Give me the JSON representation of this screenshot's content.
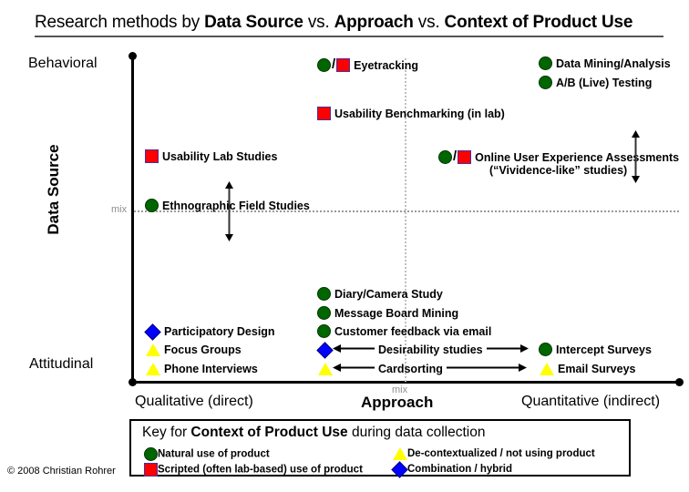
{
  "title": {
    "p1": "Research methods by ",
    "b1": "Data Source",
    "p2": " vs. ",
    "b2": "Approach",
    "p3": " vs. ",
    "b3": "Context of Product Use"
  },
  "axes": {
    "y_top": "Behavioral",
    "y_bottom": "Attitudinal",
    "y_title": "Data Source",
    "x_left": "Qualitative (direct)",
    "x_center": "Approach",
    "x_right": "Quantitative (indirect)",
    "mix_y": "mix",
    "mix_x": "mix"
  },
  "chart_data": {
    "type": "scatter",
    "title": "Research methods by Data Source vs. Approach vs. Context of Product Use",
    "xlabel": "Approach",
    "ylabel": "Data Source",
    "x_axis": {
      "left": "Qualitative (direct)",
      "center": "mix",
      "right": "Quantitative (indirect)"
    },
    "y_axis": {
      "top": "Behavioral",
      "middle": "mix",
      "bottom": "Attitudinal"
    },
    "grid": "dotted mix crosshair at center",
    "points": [
      {
        "label": "Eyetracking",
        "markers": [
          "circle",
          "square"
        ],
        "x": 0.36,
        "y": 0.98
      },
      {
        "label": "Data Mining/Analysis",
        "markers": [
          "circle"
        ],
        "x": 0.82,
        "y": 0.98
      },
      {
        "label": "A/B (Live) Testing",
        "markers": [
          "circle"
        ],
        "x": 0.82,
        "y": 0.92
      },
      {
        "label": "Usability Benchmarking (in lab)",
        "markers": [
          "square"
        ],
        "x": 0.35,
        "y": 0.82
      },
      {
        "label": "Usability Lab Studies",
        "markers": [
          "square"
        ],
        "x": 0.04,
        "y": 0.69
      },
      {
        "label": "Online User Experience Assessments (“Vividence-like” studies)",
        "markers": [
          "circle",
          "square"
        ],
        "x": 0.58,
        "y": 0.69,
        "arrow": "vertical-double"
      },
      {
        "label": "Ethnographic Field Studies",
        "markers": [
          "circle"
        ],
        "x": 0.04,
        "y": 0.54,
        "arrow": "vertical-double"
      },
      {
        "label": "Diary/Camera Study",
        "markers": [
          "circle"
        ],
        "x": 0.36,
        "y": 0.29
      },
      {
        "label": "Message Board Mining",
        "markers": [
          "circle"
        ],
        "x": 0.36,
        "y": 0.25
      },
      {
        "label": "Customer feedback via email",
        "markers": [
          "circle"
        ],
        "x": 0.36,
        "y": 0.2
      },
      {
        "label": "Desirability studies",
        "markers": [
          "diamond"
        ],
        "x": 0.36,
        "y": 0.15,
        "arrow": "horizontal-double"
      },
      {
        "label": "Cardsorting",
        "markers": [
          "triangle"
        ],
        "x": 0.36,
        "y": 0.1,
        "arrow": "horizontal-double"
      },
      {
        "label": "Participatory Design",
        "markers": [
          "diamond"
        ],
        "x": 0.04,
        "y": 0.15
      },
      {
        "label": "Focus Groups",
        "markers": [
          "triangle"
        ],
        "x": 0.04,
        "y": 0.1
      },
      {
        "label": "Phone Interviews",
        "markers": [
          "triangle"
        ],
        "x": 0.04,
        "y": 0.05
      },
      {
        "label": "Intercept Surveys",
        "markers": [
          "circle"
        ],
        "x": 0.82,
        "y": 0.15
      },
      {
        "label": "Email Surveys",
        "markers": [
          "triangle"
        ],
        "x": 0.82,
        "y": 0.1
      }
    ],
    "legend": {
      "title": "Key for Context of Product Use during data collection",
      "entries": [
        {
          "marker": "circle",
          "color": "#006600",
          "label": "Natural use of product"
        },
        {
          "marker": "square",
          "color": "#ff0000",
          "label": "Scripted (often lab-based) use of product"
        },
        {
          "marker": "triangle",
          "color": "#ffff00",
          "label": "De-contextualized / not using product"
        },
        {
          "marker": "diamond",
          "color": "#0000ff",
          "label": "Combination / hybrid"
        }
      ]
    }
  },
  "points": {
    "eyetracking": "Eyetracking",
    "data_mining": "Data Mining/Analysis",
    "ab_testing": "A/B (Live) Testing",
    "usability_benchmarking": "Usability Benchmarking (in lab)",
    "usability_lab": "Usability Lab Studies",
    "online_uea_l1": "Online User Experience Assessments",
    "online_uea_l2": "(“Vividence-like” studies)",
    "ethnographic": "Ethnographic Field Studies",
    "diary": "Diary/Camera Study",
    "message_board": "Message Board Mining",
    "customer_feedback": "Customer feedback via email",
    "desirability": "Desirability studies",
    "cardsorting": "Cardsorting",
    "participatory": "Participatory Design",
    "focus_groups": "Focus Groups",
    "phone_interviews": "Phone Interviews",
    "intercept_surveys": "Intercept Surveys",
    "email_surveys": "Email Surveys",
    "slash": "/"
  },
  "key": {
    "title_p1": "Key for ",
    "title_b": "Context of Product Use",
    "title_p2": " during data collection",
    "natural": "Natural use of product",
    "scripted": "Scripted (often lab-based) use of product",
    "decontext": "De-contextualized / not using product",
    "combination": "Combination / hybrid"
  },
  "copyright": "© 2008 Christian Rohrer",
  "colors": {
    "green": "#006600",
    "red": "#ff0000",
    "yellow": "#ffff00",
    "blue": "#0000ff",
    "mix_gray": "#8d8d8d"
  }
}
